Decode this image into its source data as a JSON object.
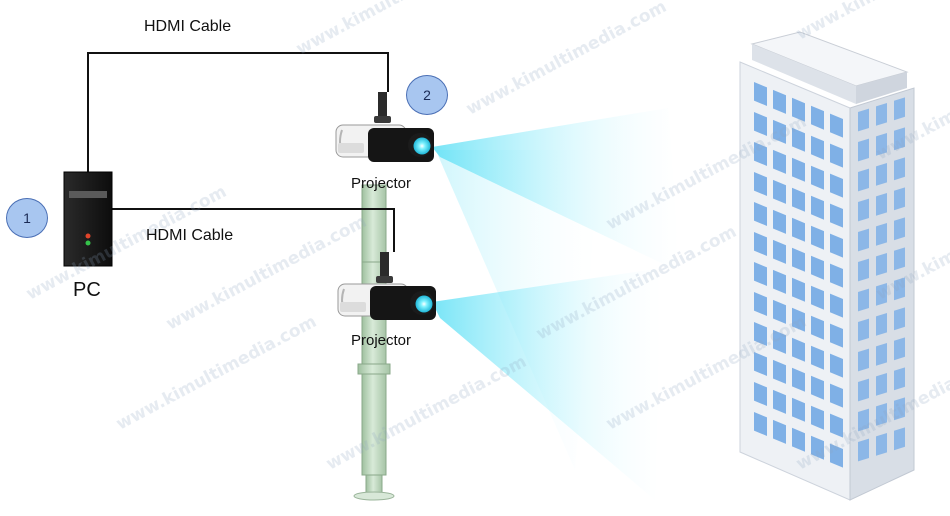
{
  "diagram": {
    "cable_top_label": "HDMI Cable",
    "cable_bottom_label": "HDMI Cable",
    "projector_top_label": "Projector",
    "projector_bottom_label": "Projector",
    "pc_label": "PC",
    "badge_pc": "1",
    "badge_projector": "2"
  },
  "watermark": {
    "text": "www.kimultimedia.com"
  },
  "colors": {
    "cable": "#111111",
    "badge_fill": "#a8c6f0",
    "badge_stroke": "#4a6fb5",
    "pole": "#bcd6bc",
    "light_beam": "#6fe3f5",
    "building_window": "#7fb0e6",
    "building_wall": "#eef1f5"
  }
}
